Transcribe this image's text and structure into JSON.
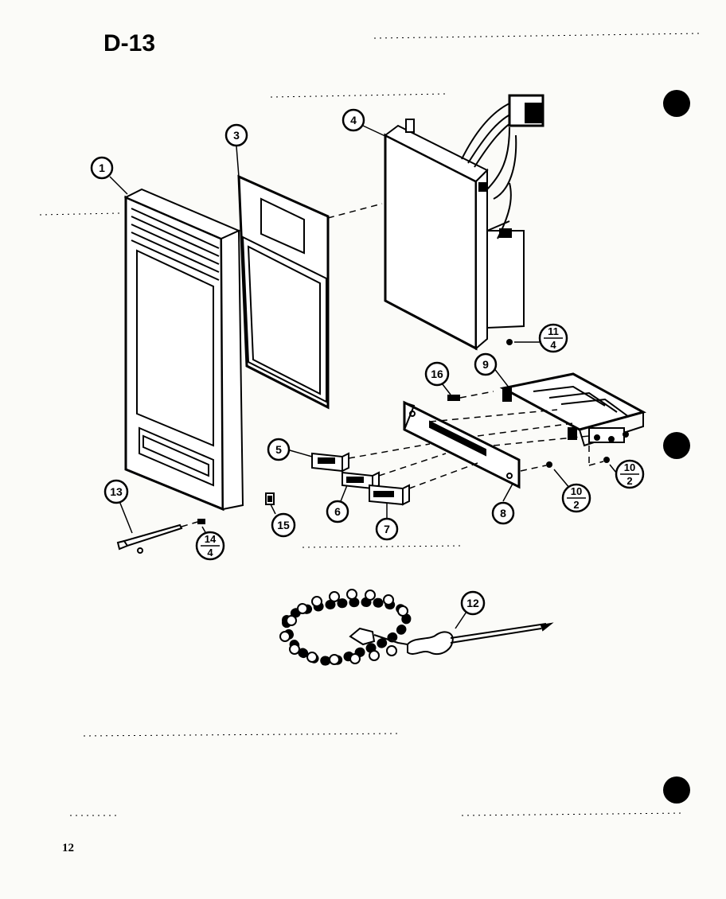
{
  "page": {
    "title": "D-13",
    "page_number": "12"
  },
  "callouts": {
    "c1": "1",
    "c3": "3",
    "c4": "4",
    "c5": "5",
    "c6": "6",
    "c7": "7",
    "c8": "8",
    "c9": "9",
    "c12": "12",
    "c13": "13",
    "c15": "15",
    "c16": "16",
    "f11_top": "11",
    "f11_bot": "4",
    "f14_top": "14",
    "f14_bot": "4",
    "f10a_top": "10",
    "f10a_bot": "2",
    "f10b_top": "10",
    "f10b_bot": "2"
  },
  "colors": {
    "ink": "#000000",
    "paper": "#fbfbf8"
  }
}
